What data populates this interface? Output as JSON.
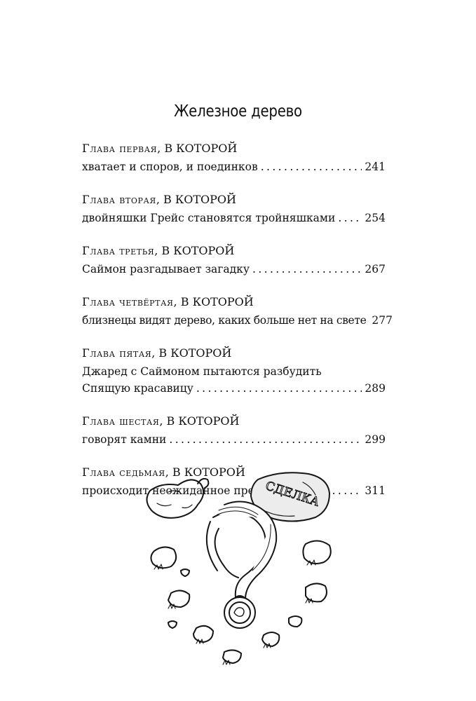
{
  "section_title": "Железное дерево",
  "chapters": [
    {
      "heading_caps": "Глава первая",
      "heading_rest": ", В КОТОРОЙ",
      "lines": [
        {
          "text": "хватает и споров, и поединков",
          "page": "241"
        }
      ]
    },
    {
      "heading_caps": "Глава вторая",
      "heading_rest": ", В КОТОРОЙ",
      "lines": [
        {
          "text": "двойняшки Грейс становятся тройняшками",
          "page": "254"
        }
      ]
    },
    {
      "heading_caps": "Глава третья",
      "heading_rest": ", В КОТОРОЙ",
      "lines": [
        {
          "text": "Саймон разгадывает загадку",
          "page": "267"
        }
      ]
    },
    {
      "heading_caps": "Глава четвёртая",
      "heading_rest": ", В КОТОРОЙ",
      "lines": [
        {
          "text": "близнецы видят дерево, каких больше нет на свете",
          "page": "277"
        }
      ]
    },
    {
      "heading_caps": "Глава пятая",
      "heading_rest": ", В КОТОРОЙ",
      "lines": [
        {
          "text": "Джаред с Саймоном пытаются разбудить",
          "page": ""
        },
        {
          "text": "Спящую красавицу",
          "page": "289"
        }
      ]
    },
    {
      "heading_caps": "Глава шестая",
      "heading_rest": ", В КОТОРОЙ",
      "lines": [
        {
          "text": "говорят камни",
          "page": "299"
        }
      ]
    },
    {
      "heading_caps": "Глава седьмая",
      "heading_rest": ", В КОТОРОЙ",
      "lines": [
        {
          "text": "происходит неожиданное предательство",
          "page": "311"
        }
      ]
    }
  ],
  "illustration": {
    "stone_text": "СДЕЛКА"
  }
}
